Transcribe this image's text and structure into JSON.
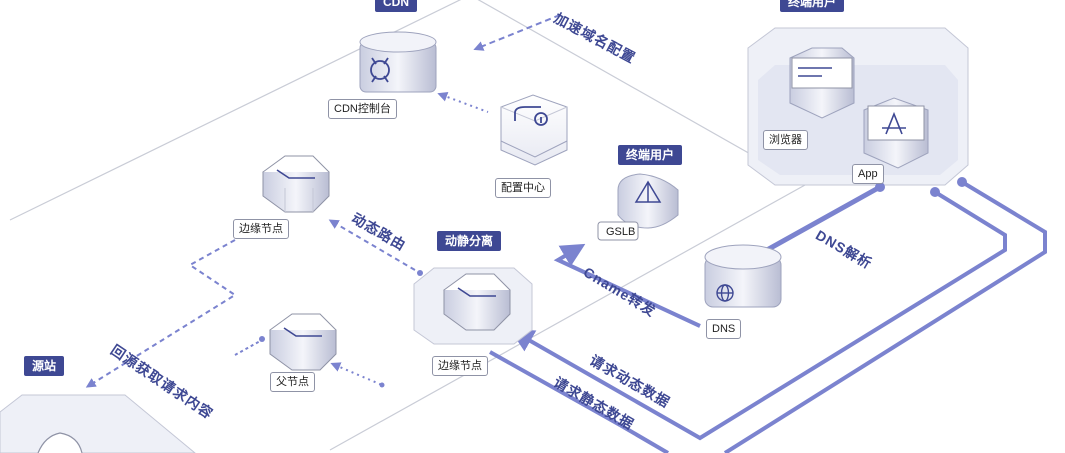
{
  "tags": {
    "cdn": "CDN",
    "user_side": "终端用户",
    "terminal_user": "终端用户",
    "dynamic_static": "动静分离",
    "origin": "源站"
  },
  "nodes": {
    "cdn_console": "CDN控制台",
    "config_center": "配置中心",
    "gslb": "GSLB",
    "edge_node_top": "边缘节点",
    "edge_node_main": "边缘节点",
    "parent_node": "父节点",
    "dns": "DNS",
    "browser": "浏览器",
    "app": "App"
  },
  "flows": {
    "domain_config": "加速域名配置",
    "dynamic_routing": "动态路由",
    "dns_resolution": "DNS解析",
    "cname_forward": "Cname转发",
    "request_dynamic": "请求动态数据",
    "request_static": "请求静态数据",
    "back_to_origin": "回源获取请求内容"
  },
  "colors": {
    "accent": "#3e4893",
    "flow_line": "#7b83cf",
    "platform_line": "#c9ccd6",
    "device_fill": "#e9ebf3"
  },
  "icons": {
    "cdn_console": "network-hub-icon",
    "config_center": "key-toggle-icon",
    "gslb": "cloud-navigation-icon",
    "dns": "globe-icon",
    "browser": "browser-window-icon",
    "app": "app-store-icon",
    "edge_node": "hexagon-server-icon"
  }
}
